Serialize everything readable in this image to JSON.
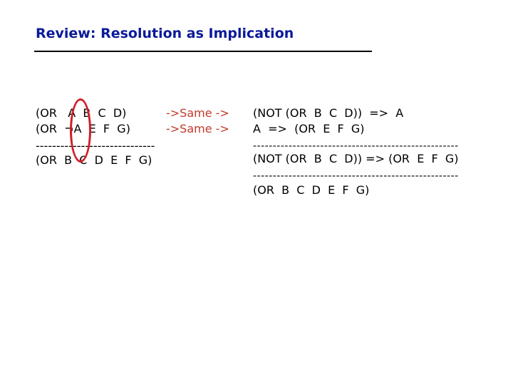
{
  "title": "Review:  Resolution as Implication",
  "left": {
    "clause1": "(OR   A  B  C  D)",
    "clause2": "(OR  ¬A  E  F  G)",
    "divider": "-----------------------------",
    "result": "(OR  B  C  D  E  F  G)"
  },
  "arrows": {
    "arrow1": "->Same ->",
    "arrow2": "->Same ->"
  },
  "right": {
    "line1": "(NOT (OR  B  C  D))  =>  A",
    "line2": "A  =>  (OR  E  F  G)",
    "divider1": "----------------------------------------------------",
    "line3": "(NOT (OR  B  C  D)) => (OR  E  F  G)",
    "divider2": "----------------------------------------------------",
    "result": "(OR  B  C  D  E  F  G)"
  },
  "colors": {
    "title": "#0b1a99",
    "arrow": "#c0392b",
    "circle": "#d0202a"
  }
}
